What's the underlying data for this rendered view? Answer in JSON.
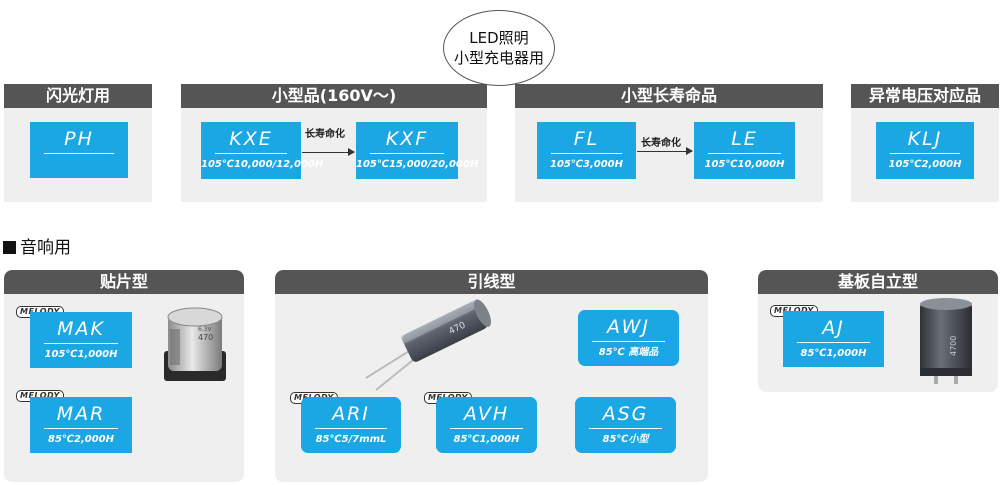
{
  "oval": {
    "line1": "LED照明",
    "line2": "小型充电器用"
  },
  "top_panels": [
    {
      "title": "闪光灯用"
    },
    {
      "title": "小型品(160V～)"
    },
    {
      "title": "小型长寿命品"
    },
    {
      "title": "异常电压对应品"
    }
  ],
  "series": {
    "PH": {
      "name": "PH",
      "spec": ""
    },
    "KXE": {
      "name": "KXE",
      "spec": "105℃10,000/12,000H"
    },
    "KXF": {
      "name": "KXF",
      "spec": "105℃15,000/20,000H"
    },
    "FL": {
      "name": "FL",
      "spec": "105℃3,000H"
    },
    "LE": {
      "name": "LE",
      "spec": "105℃10,000H"
    },
    "KLJ": {
      "name": "KLJ",
      "spec": "105℃2,000H"
    },
    "MAK": {
      "name": "MAK",
      "spec": "105℃1,000H"
    },
    "MAR": {
      "name": "MAR",
      "spec": "85℃2,000H"
    },
    "ARI": {
      "name": "ARI",
      "spec": "85℃5/7mmL"
    },
    "AVH": {
      "name": "AVH",
      "spec": "85℃1,000H"
    },
    "ASG": {
      "name": "ASG",
      "spec": "85℃小型"
    },
    "AWJ": {
      "name": "AWJ",
      "spec": "85℃ 高端品"
    },
    "AJ": {
      "name": "AJ",
      "spec": "85℃1,000H"
    }
  },
  "arrows": {
    "label": "长寿命化"
  },
  "section": {
    "title": "音响用"
  },
  "audio_panels": [
    {
      "title": "贴片型"
    },
    {
      "title": "引线型"
    },
    {
      "title": "基板自立型"
    }
  ],
  "melody_logo": "MELODY",
  "capacitor_marks": {
    "smd": "470",
    "smd_small": "6.3V",
    "radial": "470",
    "snapin": "4700"
  },
  "colors": {
    "series_blue": "#1aa7e3",
    "header_gray": "#555555",
    "panel_bg": "#efefef"
  }
}
